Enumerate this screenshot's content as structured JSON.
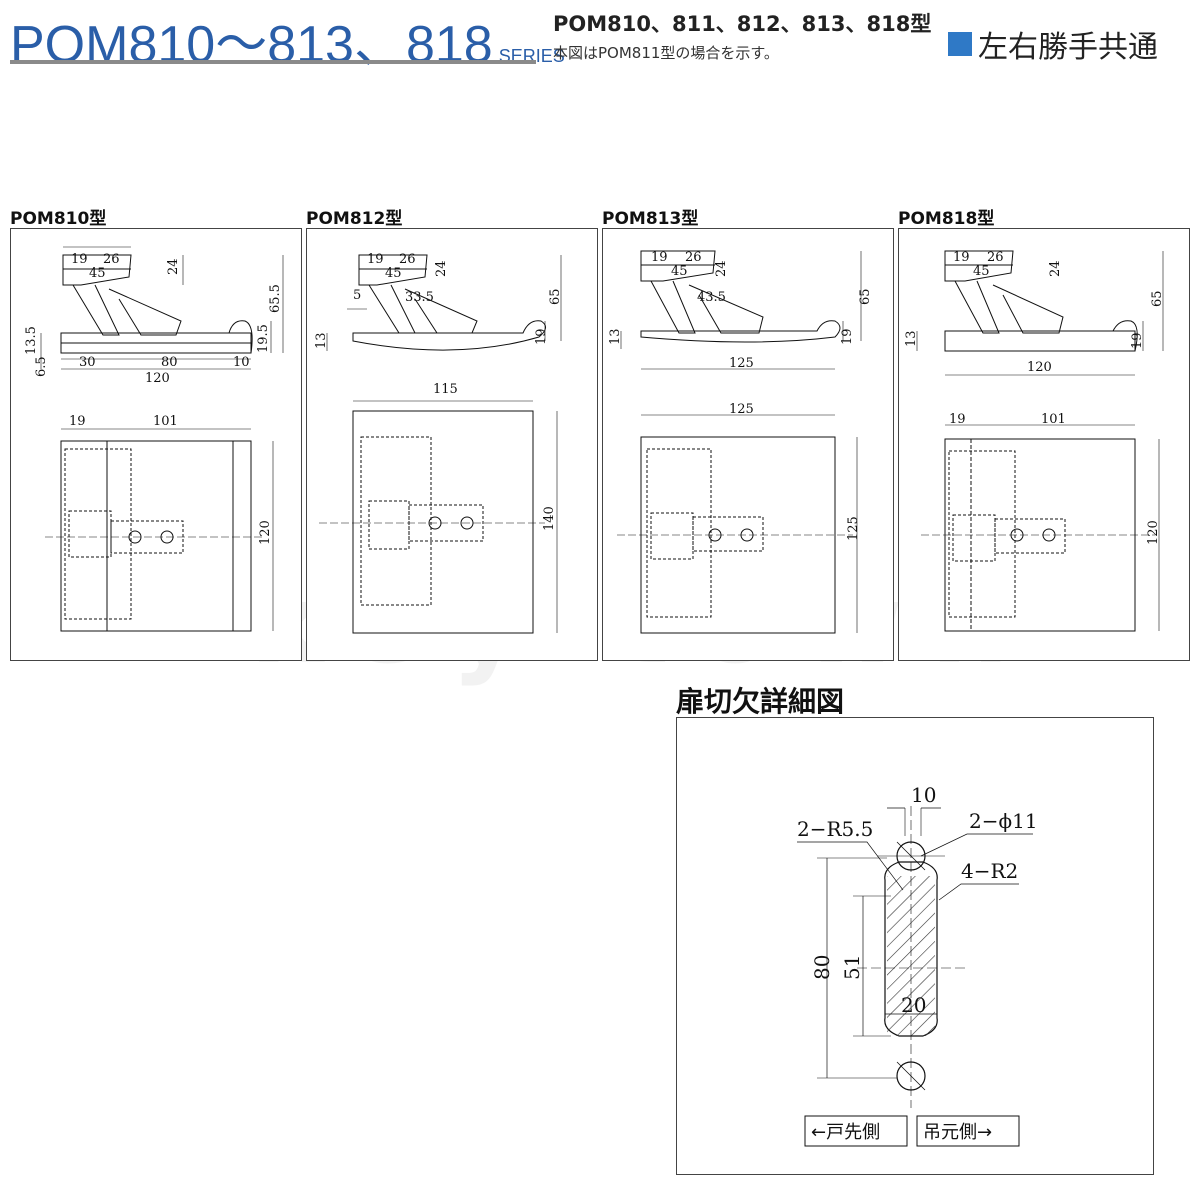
{
  "header": {
    "title": "POM810～813、818",
    "series": "SERIES",
    "models": "POM810、811、812、813、818型",
    "note": "本図はPOM811型の場合を示す。",
    "badge": "左右勝手共通"
  },
  "colors": {
    "title_blue": "#2a5ea8",
    "badge_blue": "#2f79c6",
    "rule_gray": "#8a8a8a"
  },
  "panels": [
    {
      "label": "POM810型",
      "dims": {
        "a": "19",
        "b": "26",
        "c": "45",
        "d": "24",
        "h": "65.5",
        "e": "13.5",
        "f": "6.5",
        "g": "19.5",
        "w1": "30",
        "w2": "80",
        "w3": "10",
        "w": "120",
        "t1": "19",
        "t2": "101",
        "hh": "120"
      }
    },
    {
      "label": "POM812型",
      "dims": {
        "a": "19",
        "b": "26",
        "c": "45",
        "d": "24",
        "h": "65",
        "e": "13",
        "g": "19",
        "s1": "5",
        "s2": "33.5",
        "w": "115",
        "hh": "140"
      }
    },
    {
      "label": "POM813型",
      "dims": {
        "a": "19",
        "b": "26",
        "c": "45",
        "d": "24",
        "h": "65",
        "e": "13",
        "g": "19",
        "s2": "43.5",
        "w": "125",
        "w2": "125",
        "hh": "125"
      }
    },
    {
      "label": "POM818型",
      "dims": {
        "a": "19",
        "b": "26",
        "c": "45",
        "d": "24",
        "h": "65",
        "e": "13",
        "g": "19",
        "w": "120",
        "t1": "19",
        "t2": "101",
        "hh": "120"
      }
    }
  ],
  "detail": {
    "title": "扉切欠詳細図",
    "d10": "10",
    "d2phi": "2−ϕ11",
    "d2r": "2−R5.5",
    "d4r": "4−R2",
    "d80": "80",
    "d51": "51",
    "d20": "20",
    "left_side": "←戸先側",
    "right_side": "吊元側→"
  },
  "watermark": "key town"
}
